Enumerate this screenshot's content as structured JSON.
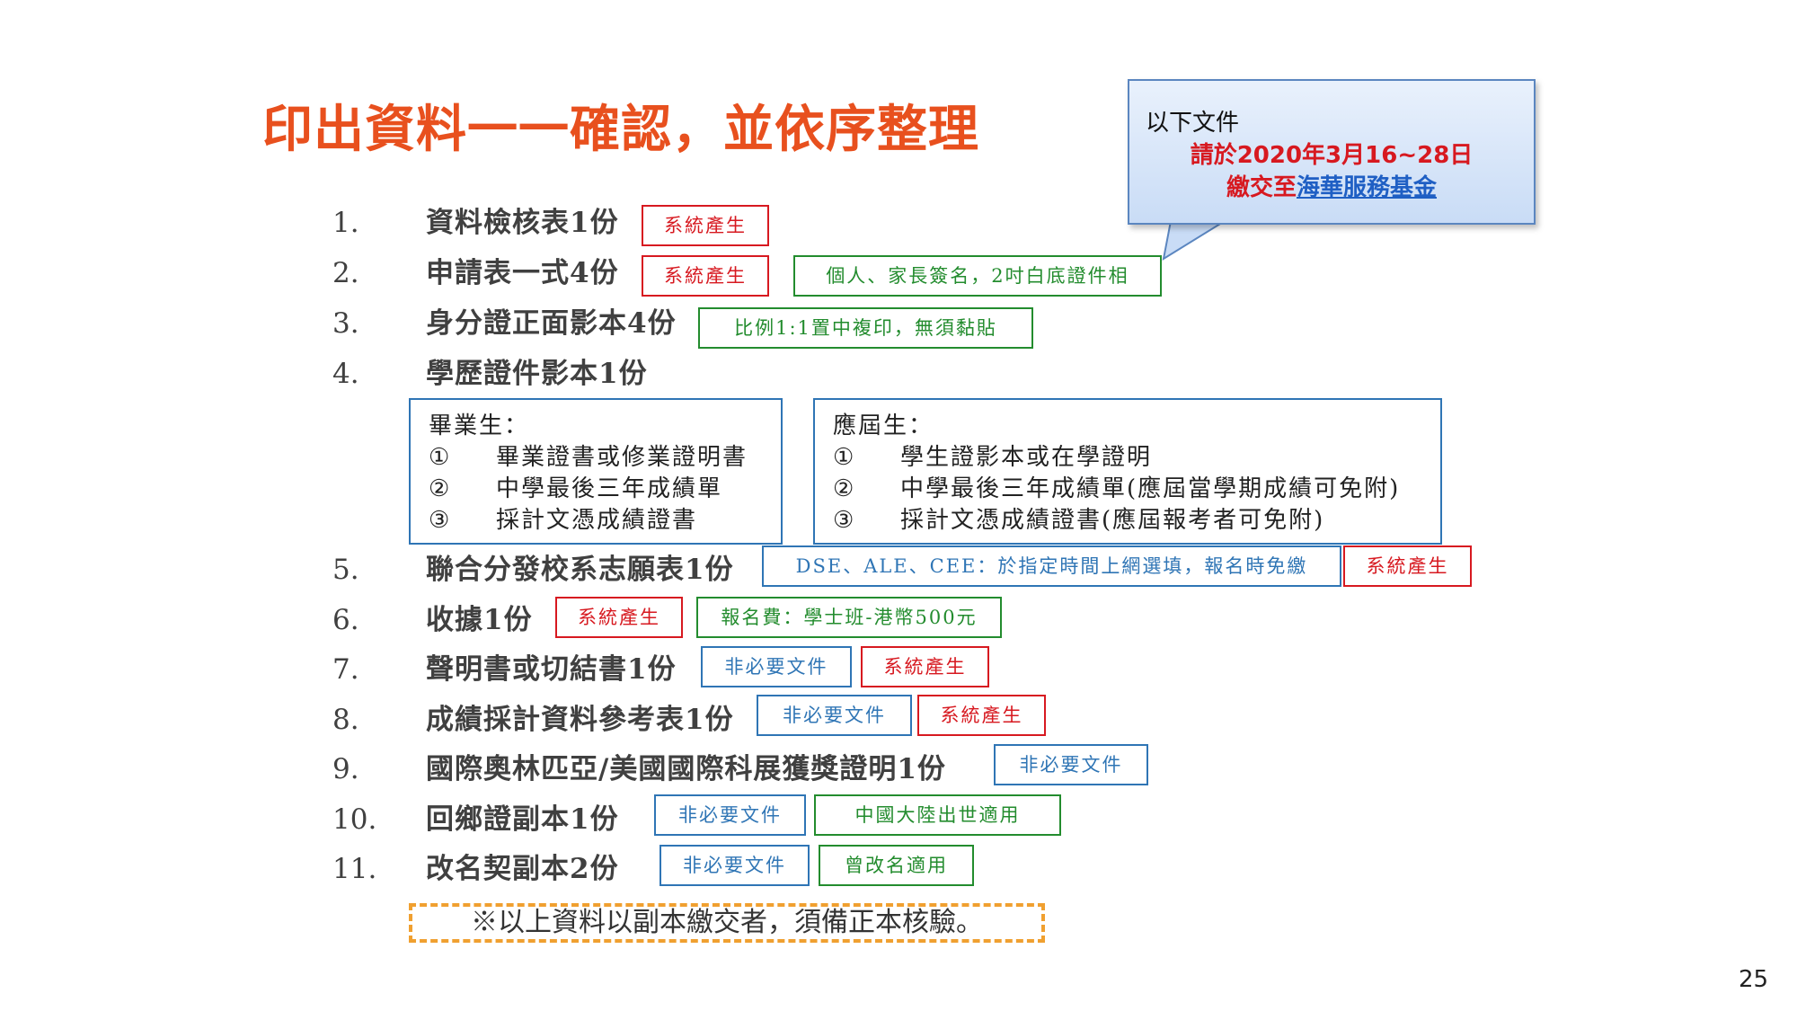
{
  "title": "印出資料一一確認，並依序整理",
  "callout": {
    "line1": "以下文件",
    "line2": "請於2020年3月16~28日",
    "line3_prefix": "繳交至",
    "line3_org": "海華服務基金"
  },
  "items": [
    {
      "num": "1.",
      "text": "資料檢核表1份"
    },
    {
      "num": "2.",
      "text": "申請表一式4份"
    },
    {
      "num": "3.",
      "text": "身分證正面影本4份"
    },
    {
      "num": "4.",
      "text": "學歷證件影本1份"
    },
    {
      "num": "5.",
      "text": "聯合分發校系志願表1份"
    },
    {
      "num": "6.",
      "text": "收據1份"
    },
    {
      "num": "7.",
      "text": "聲明書或切結書1份"
    },
    {
      "num": "8.",
      "text": "成績採計資料參考表1份"
    },
    {
      "num": "9.",
      "text": "國際奧林匹亞/美國國際科展獲獎證明1份"
    },
    {
      "num": "10.",
      "text": "回鄉證副本1份"
    },
    {
      "num": "11.",
      "text": "改名契副本2份"
    }
  ],
  "tags": {
    "system": "系統產生",
    "optional": "非必要文件",
    "sign": "個人、家長簽名，2吋白底證件相",
    "ratio": "比例1:1置中複印，無須黏貼",
    "dse": "DSE、ALE、CEE：於指定時間上網選填，報名時免繳",
    "fee": "報名費：學士班-港幣500元",
    "mainland": "中國大陸出世適用",
    "rename": "曾改名適用"
  },
  "graduate_box": {
    "heading": "畢業生：",
    "rows": [
      {
        "mark": "①",
        "text": "畢業證書或修業證明書"
      },
      {
        "mark": "②",
        "text": "中學最後三年成績單"
      },
      {
        "mark": "③",
        "text": "採計文憑成績證書"
      }
    ]
  },
  "current_box": {
    "heading": "應屆生：",
    "rows": [
      {
        "mark": "①",
        "text": "學生證影本或在學證明"
      },
      {
        "mark": "②",
        "text": "中學最後三年成績單(應屆當學期成績可免附)"
      },
      {
        "mark": "③",
        "text": "採計文憑成績證書(應屆報考者可免附)"
      }
    ]
  },
  "note": "※以上資料以副本繳交者，須備正本核驗。",
  "page_number": "25",
  "colors": {
    "title": "#E8501E",
    "red": "#D71920",
    "green": "#238C2E",
    "blue": "#2F75B5"
  }
}
